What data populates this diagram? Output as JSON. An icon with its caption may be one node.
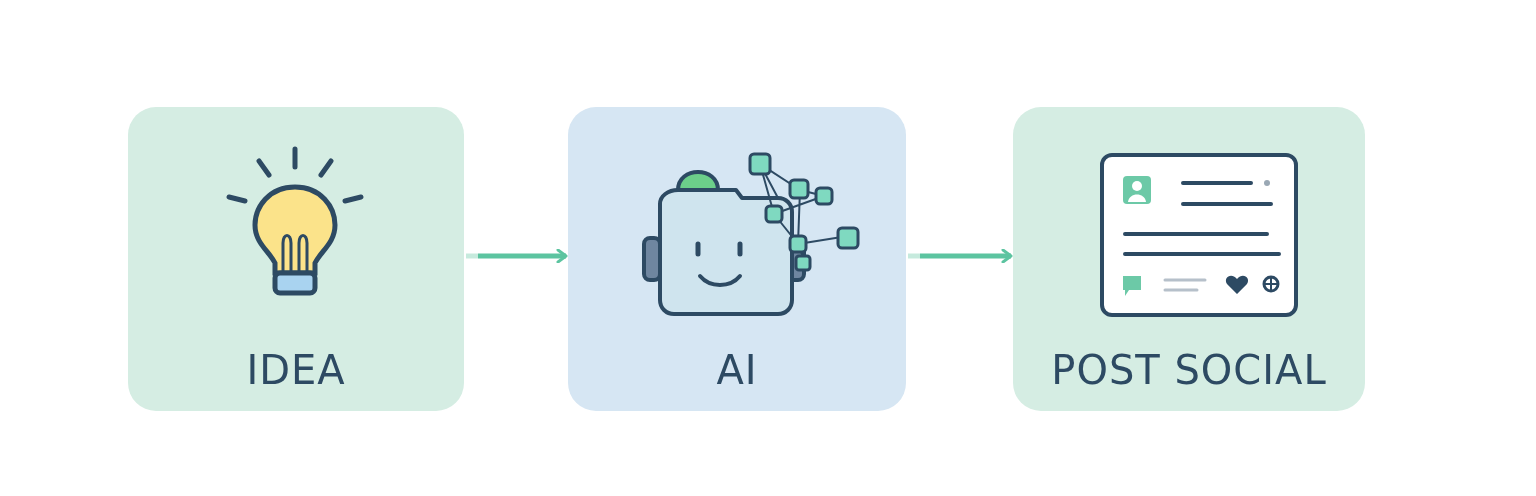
{
  "diagram": {
    "nodes": [
      {
        "text": [
          "IDEA"
        ]
      },
      {
        "text": [
          "AI"
        ]
      },
      {
        "text": [
          "POST SOCIAL"
        ]
      }
    ],
    "edges": [
      {
        "from": 0,
        "to": 1,
        "arrow": "to"
      },
      {
        "from": 1,
        "to": 2,
        "arrow": "to"
      }
    ]
  }
}
